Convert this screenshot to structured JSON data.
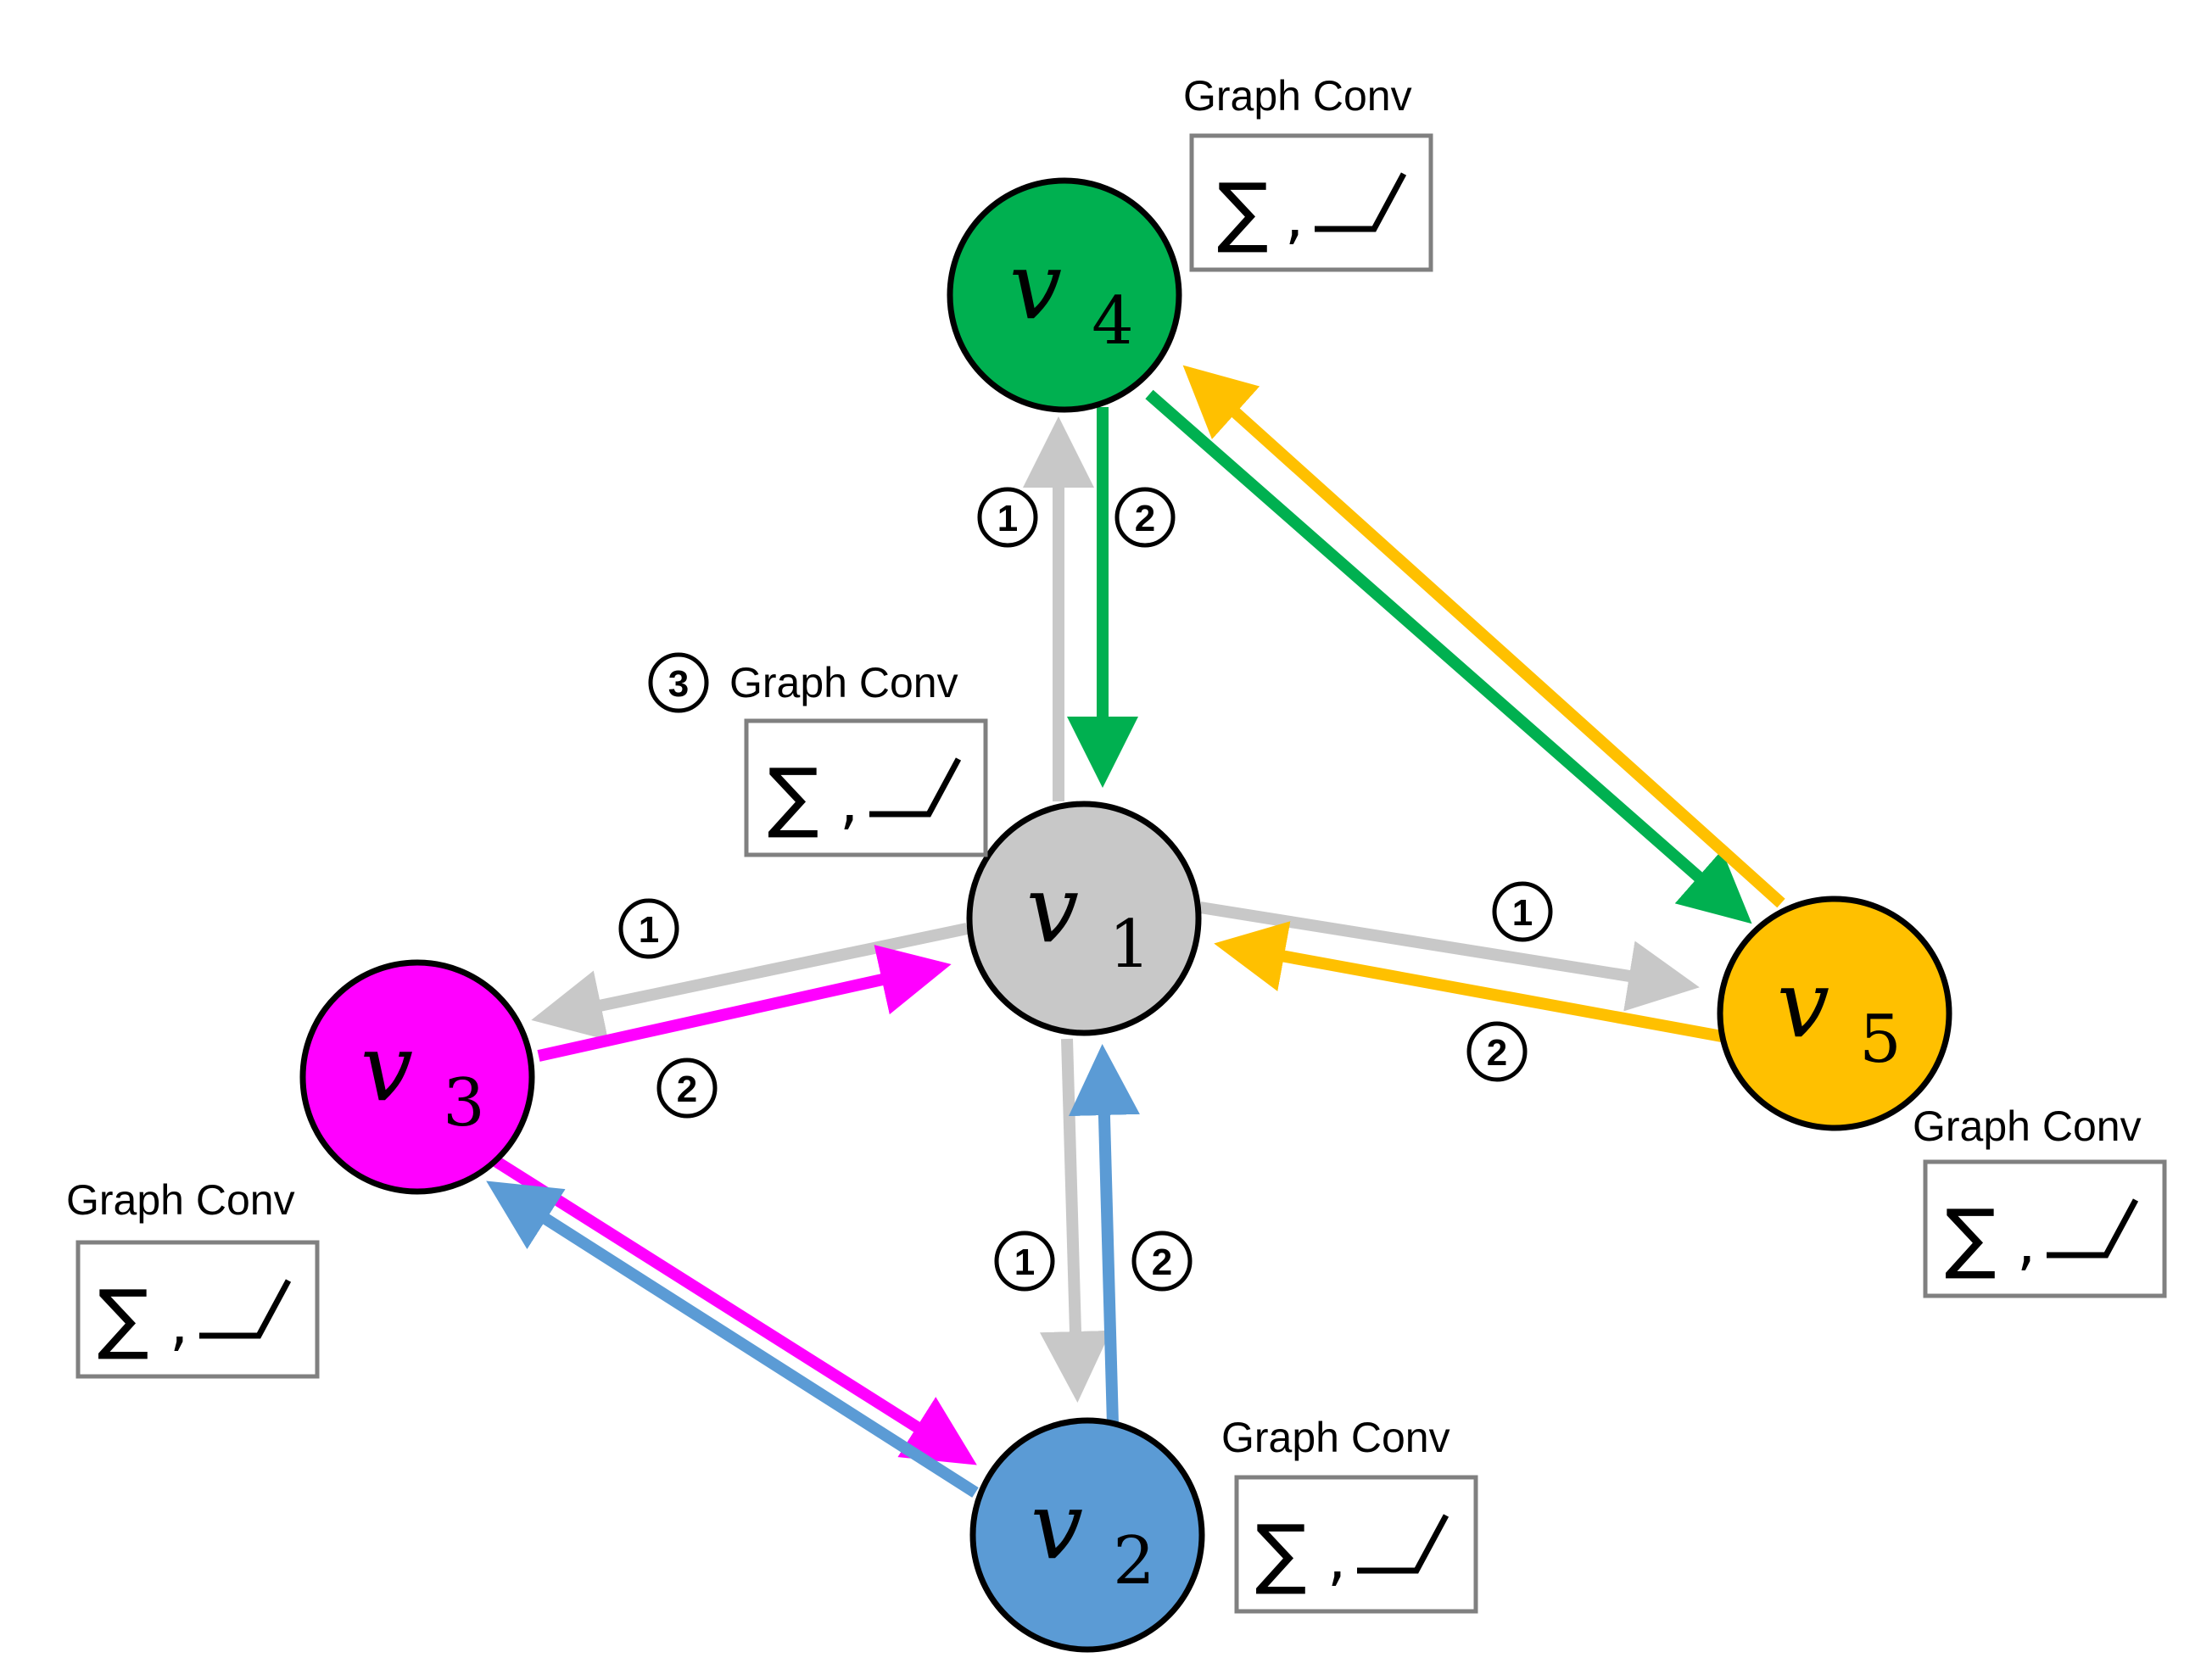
{
  "colors": {
    "green": "#00b050",
    "gray": "#c8c8c8",
    "magenta": "#ff00ff",
    "blue": "#5b9bd5",
    "yellow": "#ffc000",
    "outline": "#000000",
    "box_border": "#808080"
  },
  "nodes": [
    {
      "id": "v1",
      "letter": "v",
      "sub": "1",
      "color": "gray"
    },
    {
      "id": "v2",
      "letter": "v",
      "sub": "2",
      "color": "blue"
    },
    {
      "id": "v3",
      "letter": "v",
      "sub": "3",
      "color": "magenta"
    },
    {
      "id": "v4",
      "letter": "v",
      "sub": "4",
      "color": "green"
    },
    {
      "id": "v5",
      "letter": "v",
      "sub": "5",
      "color": "yellow"
    }
  ],
  "edges": [
    {
      "from": "v1",
      "to": "v4",
      "color": "gray",
      "step": "1"
    },
    {
      "from": "v4",
      "to": "v1",
      "color": "green",
      "step": "2"
    },
    {
      "from": "v1",
      "to": "v3",
      "color": "gray",
      "step": "1"
    },
    {
      "from": "v3",
      "to": "v1",
      "color": "magenta",
      "step": "2"
    },
    {
      "from": "v1",
      "to": "v5",
      "color": "gray",
      "step": "1"
    },
    {
      "from": "v5",
      "to": "v1",
      "color": "yellow",
      "step": "2"
    },
    {
      "from": "v1",
      "to": "v2",
      "color": "gray",
      "step": "1"
    },
    {
      "from": "v2",
      "to": "v1",
      "color": "blue",
      "step": "2"
    },
    {
      "from": "v4",
      "to": "v5",
      "color": "green",
      "step": ""
    },
    {
      "from": "v5",
      "to": "v4",
      "color": "yellow",
      "step": ""
    },
    {
      "from": "v3",
      "to": "v2",
      "color": "magenta",
      "step": ""
    },
    {
      "from": "v2",
      "to": "v3",
      "color": "blue",
      "step": ""
    }
  ],
  "graph_conv": {
    "title": "Graph Conv",
    "sum_symbol": "∑",
    "separator": ",",
    "relu_icon": "relu-icon",
    "v1_step": "3"
  },
  "step_labels": {
    "one": "1",
    "two": "2",
    "three": "3"
  }
}
